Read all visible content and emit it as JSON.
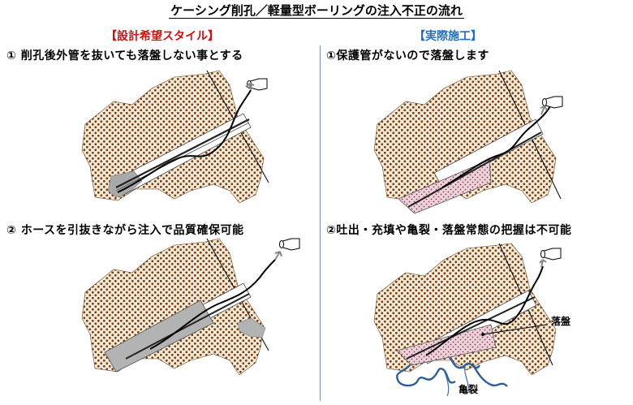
{
  "title": "ケーシング削孔／軽量型ボーリングの注入不正の流れ",
  "headers": {
    "left": "【設計希望スタイル】",
    "right": "【実際施工】"
  },
  "captions": {
    "p1": "①  削孔後外管を抜いても落盤しない事とする",
    "p2": "②  ホースを引抜きながら注入で品質確保可能",
    "p3": "①保護管がないので落盤します",
    "p4": "②吐出・充填や亀裂・落盤常態の把握は不可能"
  },
  "labels": {
    "collapse": "落盤",
    "crack": "亀裂"
  },
  "colors": {
    "header_left": "#cc1111",
    "header_right": "#1f6fc0",
    "soil_dot": "#7a3d12",
    "grout_gray": "#aaaaaa",
    "collapse_pink": "#e8c8d4",
    "crack_blue": "#2f5e94"
  },
  "icons": [
    "grout-bucket-icon",
    "arrow-icon"
  ]
}
